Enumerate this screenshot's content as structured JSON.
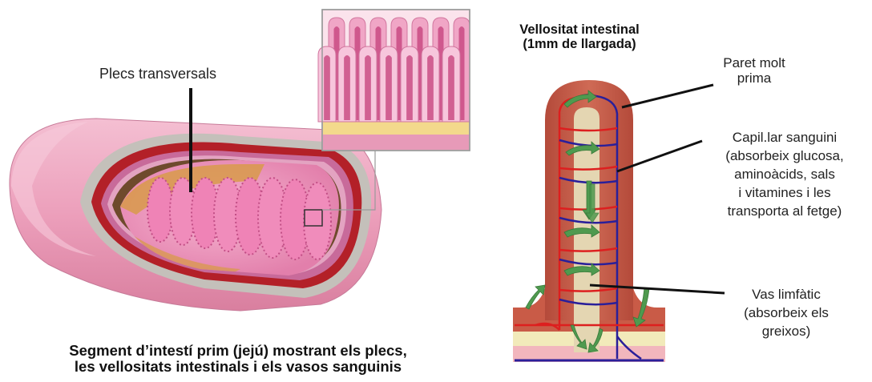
{
  "left_panel": {
    "label_plecs": "Plecs transversals",
    "caption_line1": "Segment d’intestí prim (jejú) mostrant els plecs,",
    "caption_line2": "les vellositats intestinals i els vasos sanguinis"
  },
  "right_panel": {
    "title_line1": "Vellositat intestinal",
    "title_line2": "(1mm de llargada)",
    "paret_line1": "Paret molt",
    "paret_line2": "prima",
    "capil_lines": [
      "Capil.lar sanguini",
      "(absorbeix glucosa,",
      "aminoàcids, sals",
      "i vitamines i les",
      "transporta al fetge)"
    ],
    "vas_lines": [
      "Vas limfàtic",
      "(absorbeix els",
      "greixos)"
    ]
  },
  "colors": {
    "outer_pink": "#ec9fbb",
    "wall_gray": "#c4c0ba",
    "muscle_red": "#b32028",
    "submucosa_purple": "#c86a9a",
    "mucosa_brown": "#6e4a2c",
    "fold_pink": "#f07ab0",
    "villus_wall": "#c95b47",
    "lacteal_tan": "#e4d6b2",
    "capillary_red": "#dd1f1f",
    "capillary_blue": "#2a1f9a",
    "arrow_green": "#4f9a4f"
  }
}
